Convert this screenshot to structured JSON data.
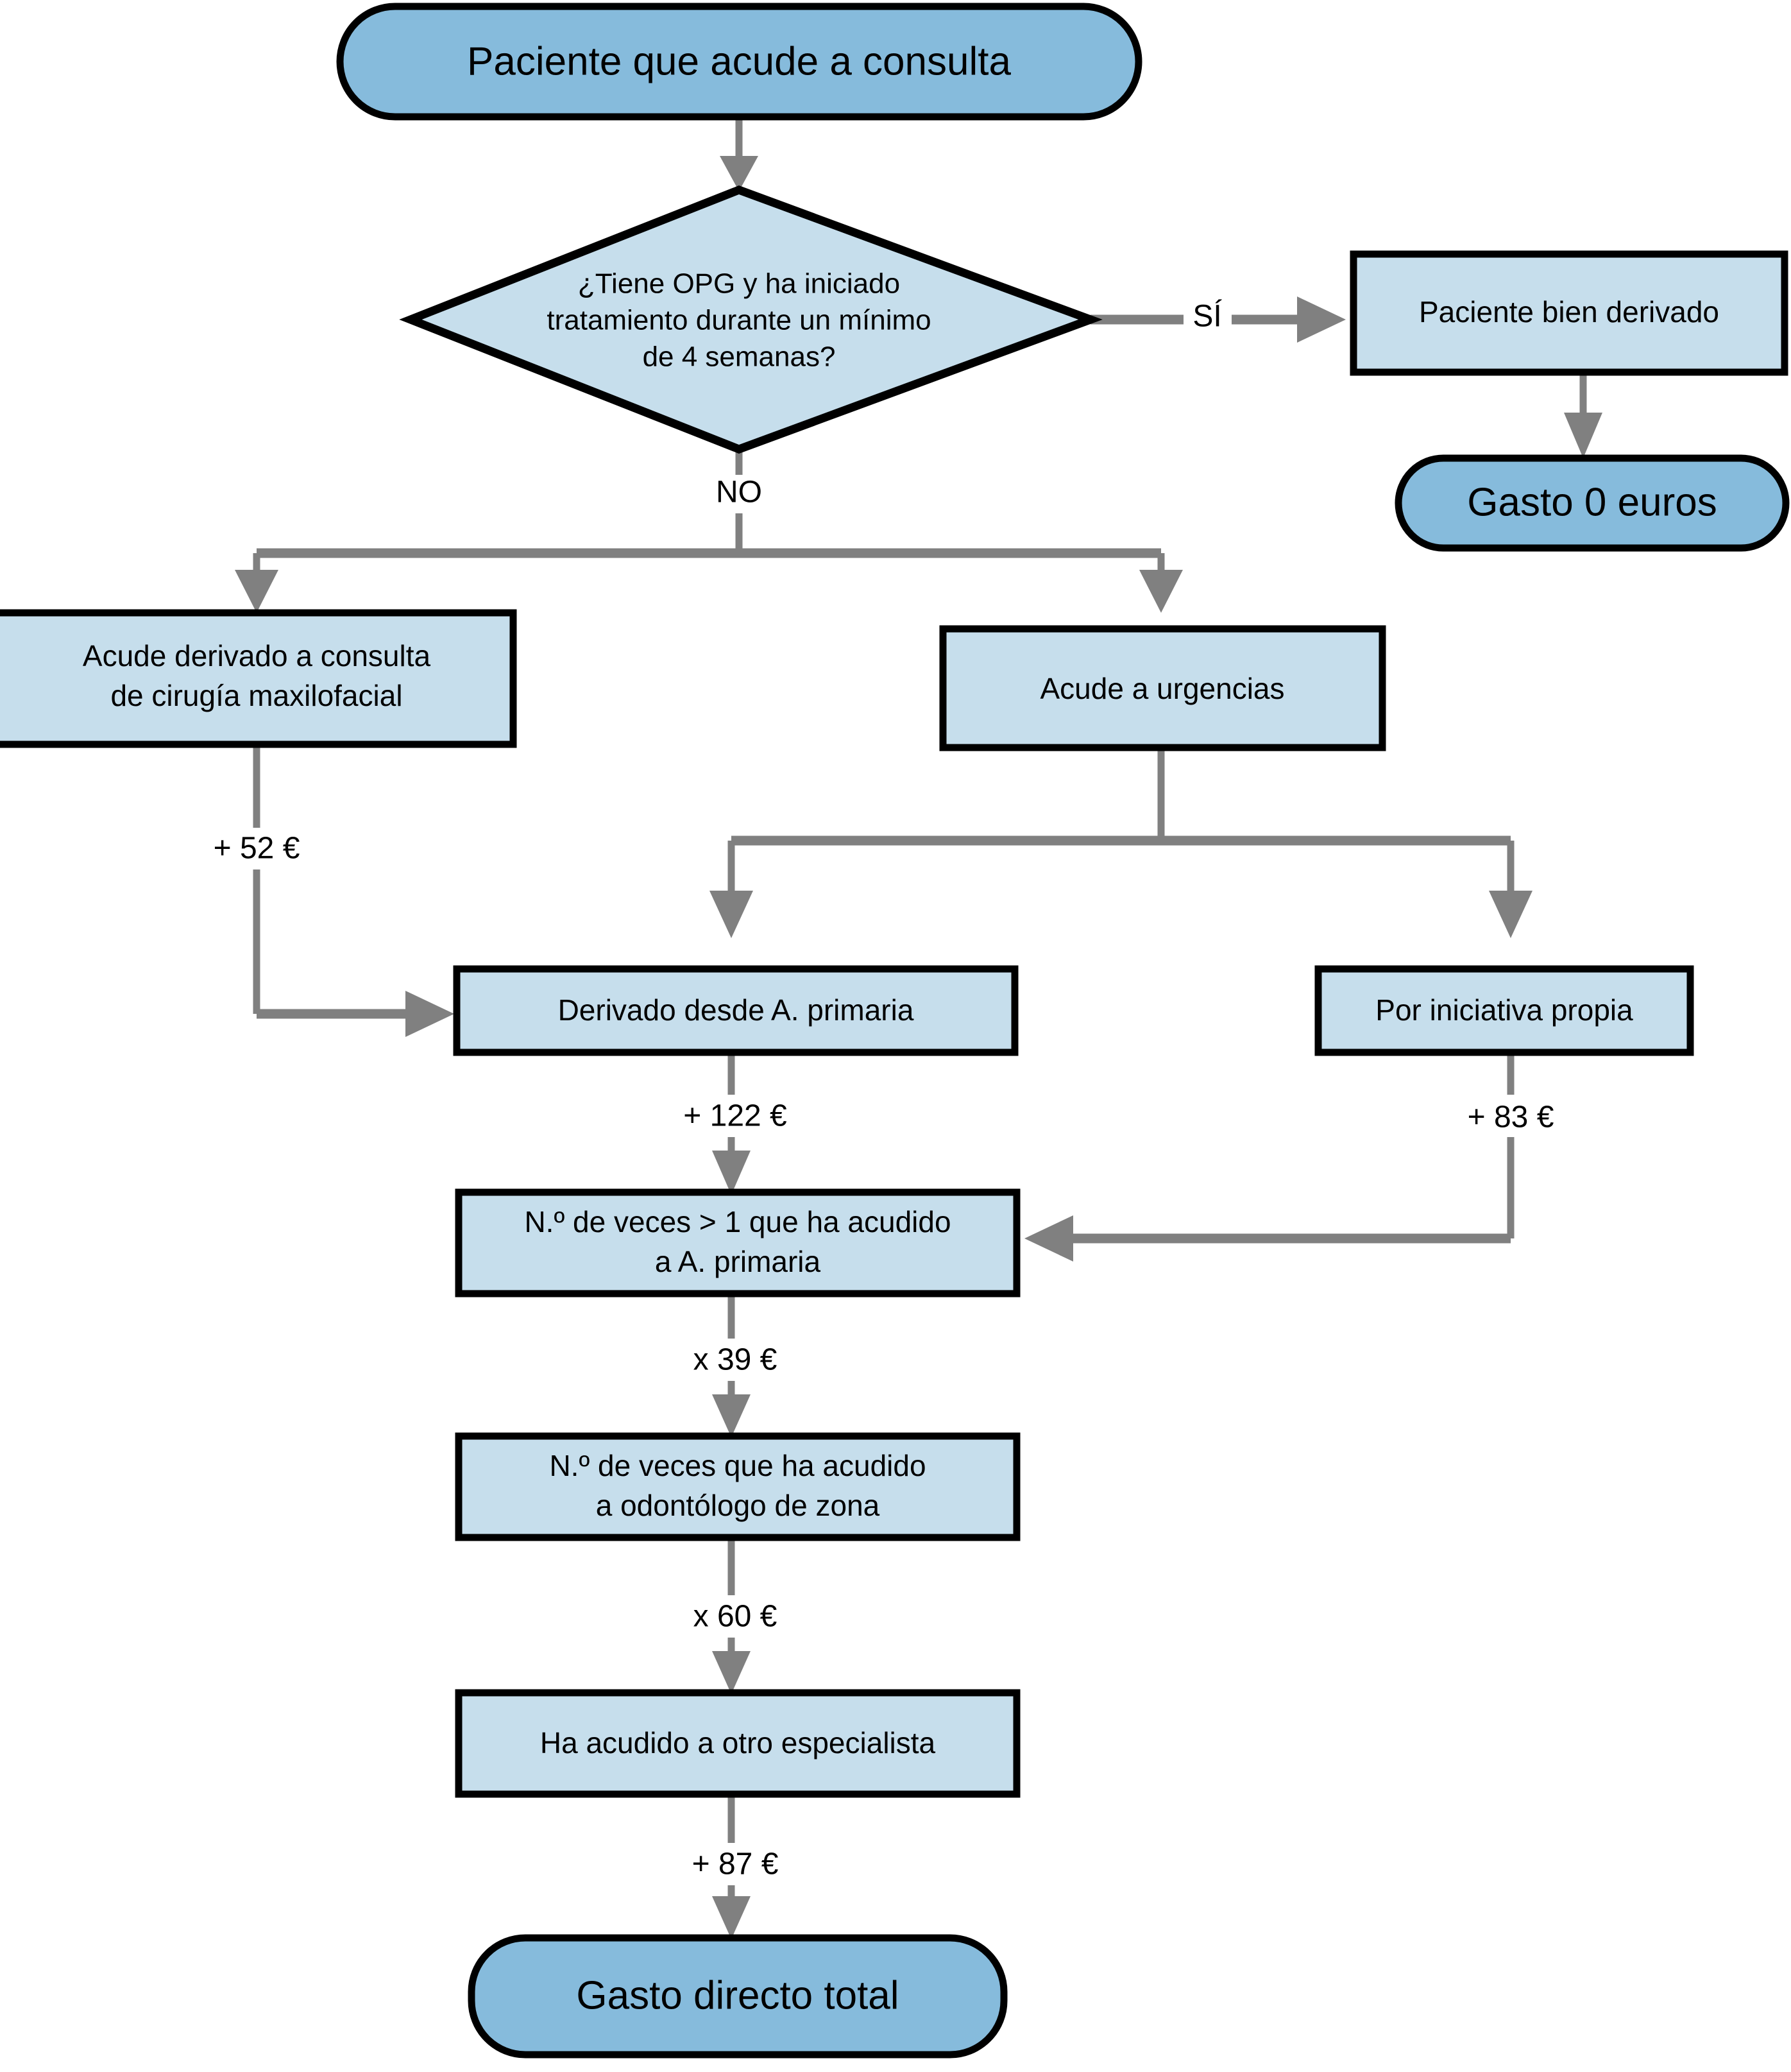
{
  "diagram": {
    "type": "flowchart",
    "title": "Circuito del paciente y gasto directo",
    "language": "es",
    "colors": {
      "terminator_fill": "#86bbdc",
      "process_fill": "#c6deec",
      "decision_fill": "#c6deec",
      "node_border": "#000000",
      "connector": "#808080",
      "text": "#000000",
      "background": "#ffffff"
    },
    "nodes": [
      {
        "id": "start",
        "shape": "terminator",
        "label_line1": "Paciente que acude a consulta"
      },
      {
        "id": "decision",
        "shape": "decision",
        "label_line1": "¿Tiene OPG y ha iniciado",
        "label_line2": "tratamiento durante un mínimo",
        "label_line3": "de 4 semanas?"
      },
      {
        "id": "bien_derivado",
        "shape": "process",
        "label_line1": "Paciente bien derivado"
      },
      {
        "id": "gasto_cero",
        "shape": "terminator",
        "label_line1": "Gasto 0 euros"
      },
      {
        "id": "consulta_cmf",
        "shape": "process",
        "label_line1": "Acude derivado a consulta",
        "label_line2": "de cirugía maxilofacial"
      },
      {
        "id": "urgencias",
        "shape": "process",
        "label_line1": "Acude a urgencias"
      },
      {
        "id": "derivado_ap",
        "shape": "process",
        "label_line1": "Derivado desde A. primaria"
      },
      {
        "id": "iniciativa",
        "shape": "process",
        "label_line1": "Por iniciativa propia"
      },
      {
        "id": "veces_ap",
        "shape": "process",
        "label_line1": "N.º de veces > 1 que ha acudido",
        "label_line2": "a A. primaria"
      },
      {
        "id": "veces_odont",
        "shape": "process",
        "label_line1": "N.º de veces que ha acudido",
        "label_line2": "a odontólogo de zona"
      },
      {
        "id": "otro_especialista",
        "shape": "process",
        "label_line1": "Ha acudido a otro especialista"
      },
      {
        "id": "gasto_total",
        "shape": "terminator",
        "label_line1": "Gasto directo total"
      }
    ],
    "edges": [
      {
        "id": "e-start-decision",
        "from": "start",
        "to": "decision",
        "label": ""
      },
      {
        "id": "e-decision-si",
        "from": "decision",
        "to": "bien_derivado",
        "label": "SÍ"
      },
      {
        "id": "e-bien-gasto0",
        "from": "bien_derivado",
        "to": "gasto_cero",
        "label": ""
      },
      {
        "id": "e-decision-no",
        "from": "decision",
        "to": "split",
        "label": "NO"
      },
      {
        "id": "e-split-cmf",
        "from": "split",
        "to": "consulta_cmf",
        "label": ""
      },
      {
        "id": "e-split-urgencias",
        "from": "split",
        "to": "urgencias",
        "label": ""
      },
      {
        "id": "e-cmf-derivadoap",
        "from": "consulta_cmf",
        "to": "derivado_ap",
        "label": "+ 52 €"
      },
      {
        "id": "e-urg-derivadoap",
        "from": "urgencias",
        "to": "derivado_ap",
        "label": ""
      },
      {
        "id": "e-urg-iniciativa",
        "from": "urgencias",
        "to": "iniciativa",
        "label": ""
      },
      {
        "id": "e-derivadoap-vecesap",
        "from": "derivado_ap",
        "to": "veces_ap",
        "label": "+ 122 €"
      },
      {
        "id": "e-iniciativa-vecesap",
        "from": "iniciativa",
        "to": "veces_ap",
        "label": "+ 83 €"
      },
      {
        "id": "e-vecesap-vecesodont",
        "from": "veces_ap",
        "to": "veces_odont",
        "label": "x 39 €"
      },
      {
        "id": "e-vecesodont-otroesp",
        "from": "veces_odont",
        "to": "otro_especialista",
        "label": "x 60 €"
      },
      {
        "id": "e-otroesp-total",
        "from": "otro_especialista",
        "to": "gasto_total",
        "label": "+ 87 €"
      }
    ],
    "labels": {
      "start": "Paciente que acude a consulta",
      "decision_l1": "¿Tiene OPG y ha iniciado",
      "decision_l2": "tratamiento durante un mínimo",
      "decision_l3": "de 4 semanas?",
      "yes": "SÍ",
      "no": "NO",
      "bien_derivado": "Paciente bien derivado",
      "gasto_cero": "Gasto 0 euros",
      "consulta_cmf_l1": "Acude derivado a consulta",
      "consulta_cmf_l2": "de cirugía maxilofacial",
      "urgencias": "Acude a urgencias",
      "derivado_ap": "Derivado desde A. primaria",
      "iniciativa": "Por iniciativa propia",
      "veces_ap_l1": "N.º de veces > 1 que ha acudido",
      "veces_ap_l2": "a A. primaria",
      "veces_odont_l1": "N.º de veces que ha acudido",
      "veces_odont_l2": "a odontólogo de zona",
      "otro_especialista": "Ha acudido a otro especialista",
      "gasto_total": "Gasto directo total",
      "cost_52": "+ 52 €",
      "cost_122": "+ 122 €",
      "cost_83": "+ 83 €",
      "cost_39": "x 39 €",
      "cost_60": "x 60 €",
      "cost_87": "+ 87 €"
    }
  }
}
